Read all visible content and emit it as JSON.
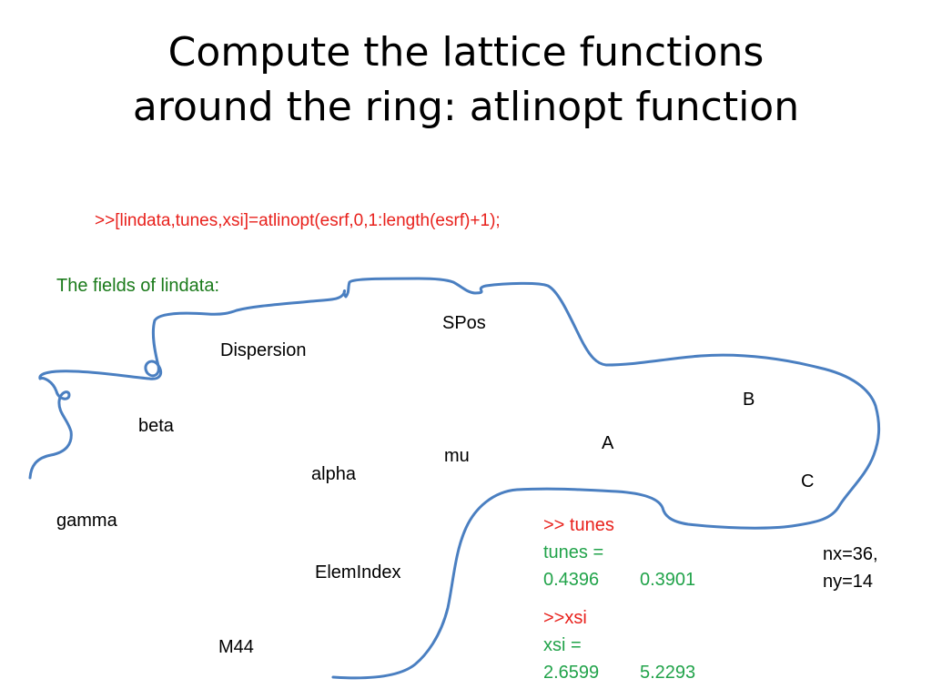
{
  "title": {
    "line1": "Compute the lattice functions",
    "line2": "around the ring: atlinopt function"
  },
  "command": ">>[lindata,tunes,xsi]=atlinopt(esrf,0,1:length(esrf)+1);",
  "fields_title": "The fields of lindata:",
  "fields": {
    "spos": "SPos",
    "dispersion": "Dispersion",
    "beta": "beta",
    "mu": "mu",
    "alpha": "alpha",
    "gamma": "gamma",
    "elemindex": "ElemIndex",
    "m44": "M44"
  },
  "ring_labels": {
    "a": "A",
    "b": "B",
    "c": "C"
  },
  "tunes": {
    "command": ">> tunes",
    "label": "tunes =",
    "v1": "0.4396",
    "v2": "0.3901"
  },
  "xsi": {
    "command": ">>xsi",
    "label": "xsi =",
    "v1": "2.6599",
    "v2": "5.2293"
  },
  "nx": "nx=36,",
  "ny": "ny=14",
  "colors": {
    "command": "#e8211c",
    "field_title": "#1a7a1a",
    "result": "#21a34a",
    "ring": "#4a7fc1"
  }
}
